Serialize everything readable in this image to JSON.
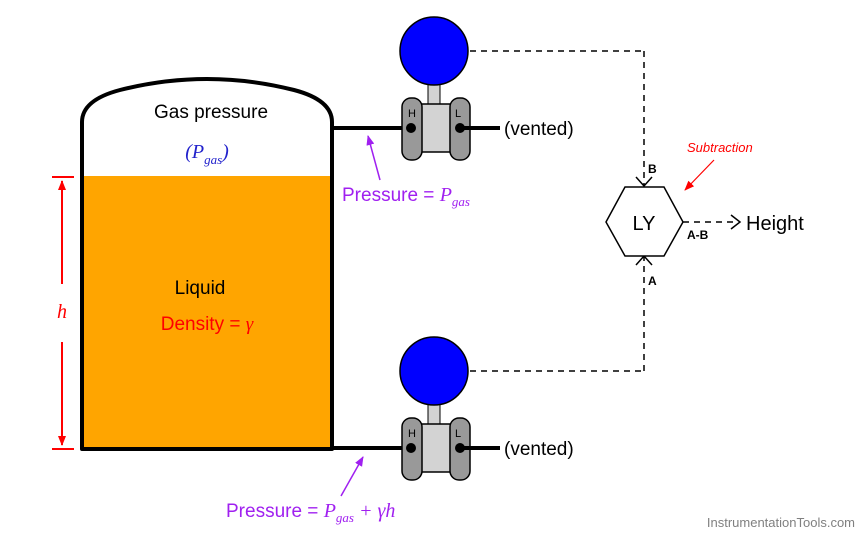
{
  "tank": {
    "gas_label": "Gas pressure",
    "gas_symbol": "P",
    "gas_subscript": "gas",
    "liquid_label": "Liquid",
    "density_label": "Density = ",
    "density_symbol": "γ",
    "height_symbol": "h"
  },
  "transmitters": {
    "high_port_label": "H",
    "low_port_label": "L",
    "vented_label": "(vented)"
  },
  "annotations": {
    "top_pressure_prefix": "Pressure = ",
    "top_pressure_symbol": "P",
    "top_pressure_subscript": "gas",
    "bottom_pressure_prefix": "Pressure = ",
    "bottom_pressure_symbol": "P",
    "bottom_pressure_subscript": "gas",
    "bottom_pressure_suffix": " + γh"
  },
  "relay": {
    "tag": "LY",
    "input_b": "B",
    "input_a": "A",
    "output_label": "A-B",
    "function_label": "Subtraction",
    "output_signal": "Height"
  },
  "watermark": "InstrumentationTools.com",
  "colors": {
    "liquid": "#FFA500",
    "transmitter_head": "#0000FF",
    "annotation": "#A020F0",
    "dimension": "#FF0000",
    "gas_symbol": "#2222CC"
  }
}
